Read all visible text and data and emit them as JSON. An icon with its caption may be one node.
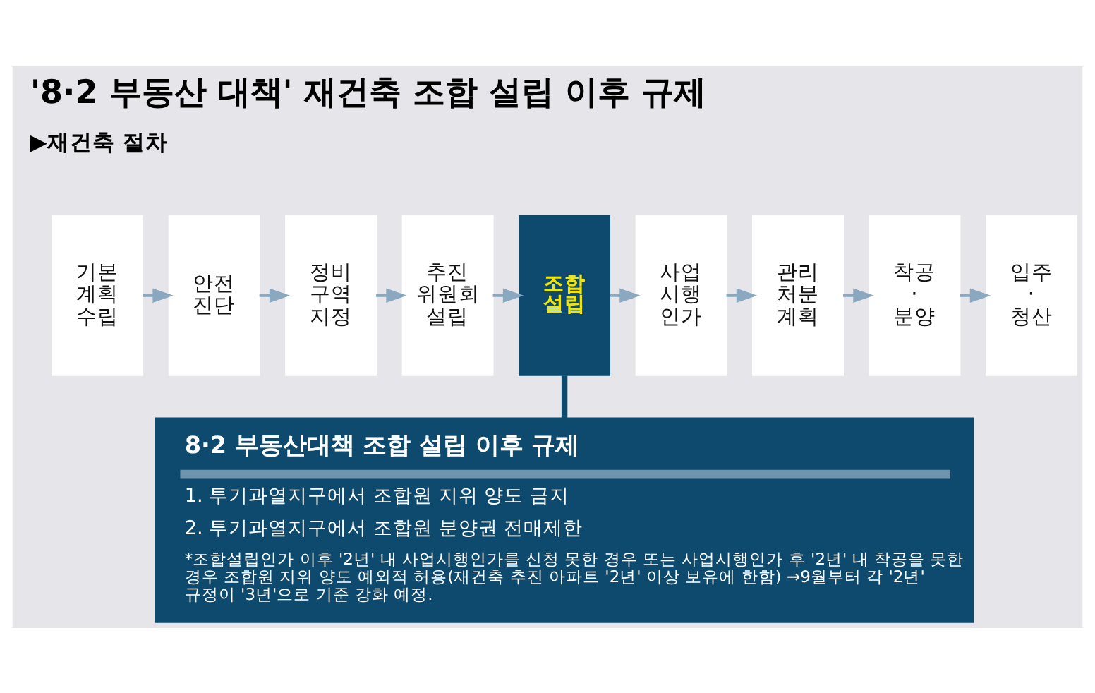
{
  "diagram": {
    "title": "'8·2 부동산 대책' 재건축 조합 설립 이후 규제",
    "nodes": [
      {
        "text": [
          "기본 계획 수립"
        ]
      },
      {
        "text": [
          "안전 진단"
        ]
      },
      {
        "text": [
          "정비 구역 지정"
        ]
      },
      {
        "text": [
          "추진 위원회 설립"
        ]
      },
      {
        "text": [
          "조합 설립"
        ]
      },
      {
        "text": [
          "사업 시행 인가"
        ]
      },
      {
        "text": [
          "관리 처분 계획"
        ]
      },
      {
        "text": [
          "착공 · 분양"
        ]
      },
      {
        "text": [
          "입주 · 청산"
        ]
      },
      {
        "text": [
          "8·2 부동산대책 조합 설립 이후 규제",
          "1. 투기과열지구에서 조합원 지위 양도 금지",
          "2. 투기과열지구에서 조합원 분양권 전매제한",
          "*조합설립인가 이후 '2년' 내 사업시행인가를 신청 못한 경우 또는 사업시행인가 후 '2년' 내 착공을 못한 경우 조합원 지위 양도 예외적 허용(재건축 추진 아파트 '2년' 이상 보유에 한함) →9월부터 각 '2년' 규정이 '3년'으로 기준 강화 예정."
        ]
      }
    ],
    "edges": [
      {
        "from": 0,
        "to": 1,
        "arrow": "to"
      },
      {
        "from": 1,
        "to": 2,
        "arrow": "to"
      },
      {
        "from": 2,
        "to": 3,
        "arrow": "to"
      },
      {
        "from": 3,
        "to": 4,
        "arrow": "to"
      },
      {
        "from": 4,
        "to": 5,
        "arrow": "to"
      },
      {
        "from": 5,
        "to": 6,
        "arrow": "to"
      },
      {
        "from": 6,
        "to": 7,
        "arrow": "to"
      },
      {
        "from": 7,
        "to": 8,
        "arrow": "to"
      },
      {
        "from": 4,
        "to": 9,
        "arrow": "none",
        "style": "thick",
        "color": "#0d4a6e"
      }
    ],
    "labels": [
      "▶재건축 절차"
    ]
  }
}
